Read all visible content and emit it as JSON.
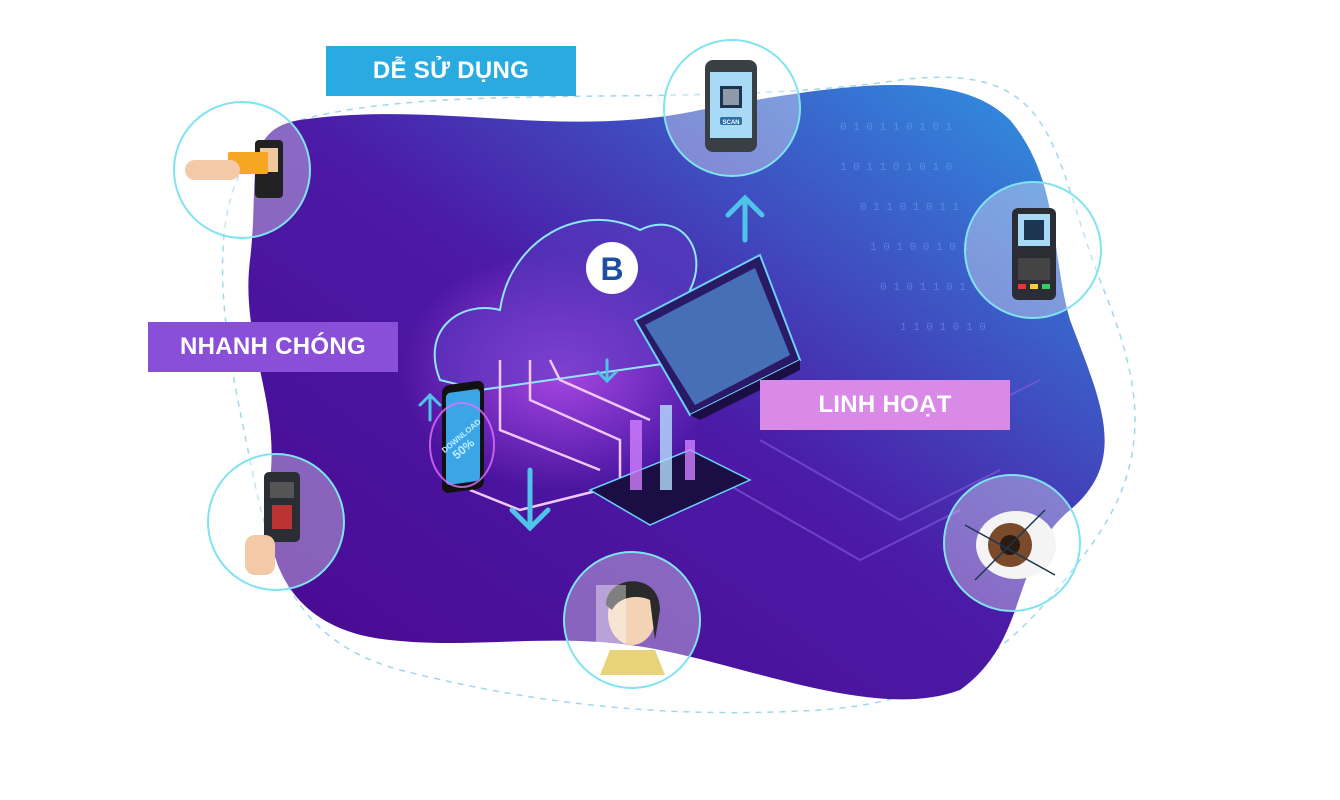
{
  "labels": {
    "easy": "DỄ SỬ DỤNG",
    "fast": "NHANH CHÓNG",
    "flexible": "LINH HOẠT"
  },
  "phone_screen": {
    "line1": "DOWNLOAD",
    "line2": "50%"
  },
  "qr_phone": {
    "button": "SCAN"
  },
  "logo": "B",
  "colors": {
    "easy": "#29abe2",
    "fast": "#8a4fd8",
    "flexible": "#d98ae6",
    "blob_dark": "#4a0890",
    "blob_light": "#2d8fe0",
    "circle_stroke": "#7fe3f2"
  }
}
